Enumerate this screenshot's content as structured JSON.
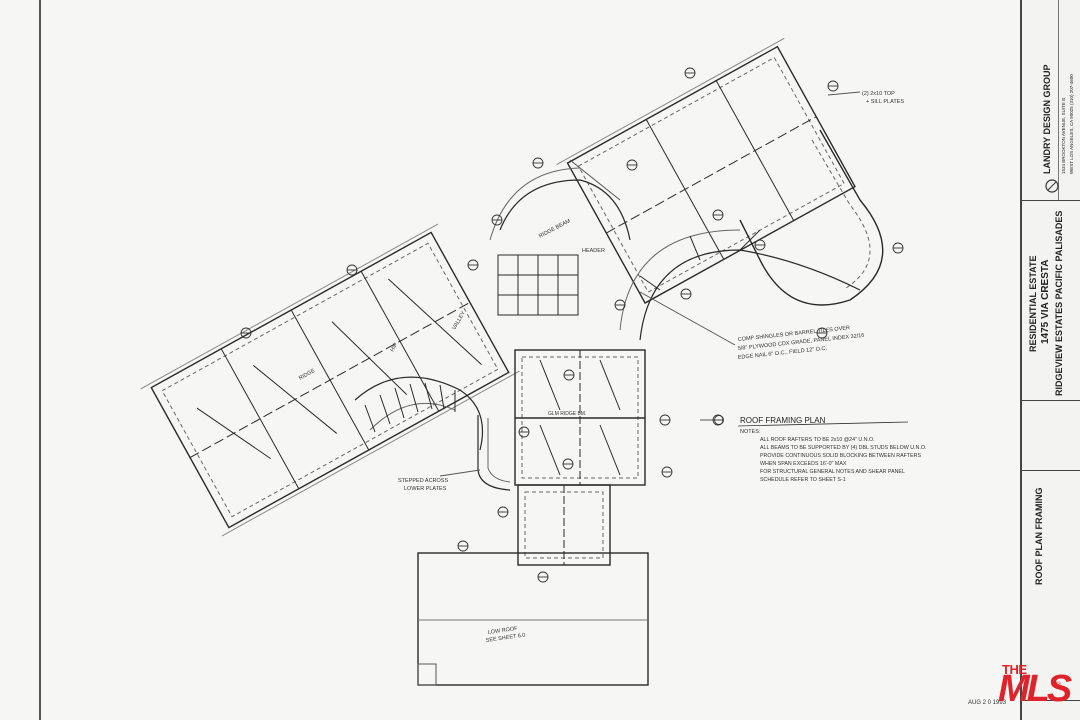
{
  "title_block": {
    "firm_name": "LANDRY DESIGN GROUP",
    "firm_address_1": "1534 BROOKTON AVENUE, SUITE B",
    "firm_address_2": "WEST LOS ANGELES, CA 90025 (310) 207-4600",
    "project_type": "RESIDENTIAL ESTATE",
    "project_address": "1475 VIA CRESTA",
    "project_location": "RIDGEVIEW ESTATES   PACIFIC PALISADES",
    "sheet_title": "ROOF PLAN FRAMING"
  },
  "plan_notes": {
    "heading": "ROOF FRAMING PLAN",
    "notes_label": "NOTES:",
    "lines": [
      "ALL ROOF RAFTERS TO BE 2x10 @24\" U.N.O.",
      "ALL BEAMS TO BE SUPPORTED BY (4) DBL STUDS BELOW U.N.O.",
      "PROVIDE CONTINUOUS SOLID BLOCKING BETWEEN RAFTERS",
      "WHEN SPAN EXCEEDS 16'-0\" MAX",
      "FOR STRUCTURAL GENERAL NOTES AND SHEAR PANEL",
      "SCHEDULE REFER TO SHEET S-1"
    ]
  },
  "callouts": {
    "tile_note_1": "COMP SHINGLES OR BARREL TILES OVER",
    "tile_note_2": "5/8\" PLYWOOD CDX GRADE, PANEL INDEX 32/16",
    "tile_note_3": "EDGE NAIL 6\" O.C., FIELD 12\" O.C.",
    "glulam_beam": "GLM RIDGE BM.",
    "low_roof_1": "LOW ROOF",
    "low_roof_2": "SEE SHEET 6.0",
    "stepped_note_1": "STEPPED ACROSS",
    "stepped_note_2": "LOWER PLATES",
    "double_plates_1": "(2) 2x10 TOP",
    "double_plates_2": "+ SILL PLATES",
    "hip_label": "HIP",
    "valley_label": "VALLEY",
    "ridge_label": "RIDGE",
    "header_label": "HEADER",
    "ridge_beam": "RIDGE BEAM"
  },
  "stamps": {
    "date": "AUG 2 0 1993",
    "mls_the": "THE",
    "mls_main": "MLS",
    "mls_sup": "®"
  },
  "colors": {
    "line": "#2a2a2a",
    "faint": "#7a7a7a",
    "accent": "#e0232a"
  }
}
